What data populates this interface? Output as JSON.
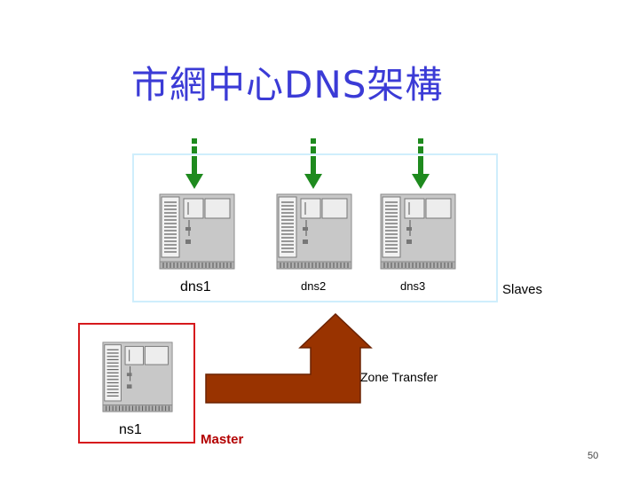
{
  "title": "市網中心DNS架構",
  "slaves": [
    {
      "name": "dns1"
    },
    {
      "name": "dns2"
    },
    {
      "name": "dns3"
    }
  ],
  "slaves_label": "Slaves",
  "master": {
    "name": "ns1"
  },
  "master_label": "Master",
  "transfer_label": "Zone Transfer",
  "page_number": "50",
  "colors": {
    "title": "#3b3bd6",
    "arrow_green": "#1e8a1e",
    "transfer_arrow": "#993300",
    "slaves_border": "#cfeefc",
    "master_border": "#d6191c",
    "master_text": "#b30000"
  }
}
